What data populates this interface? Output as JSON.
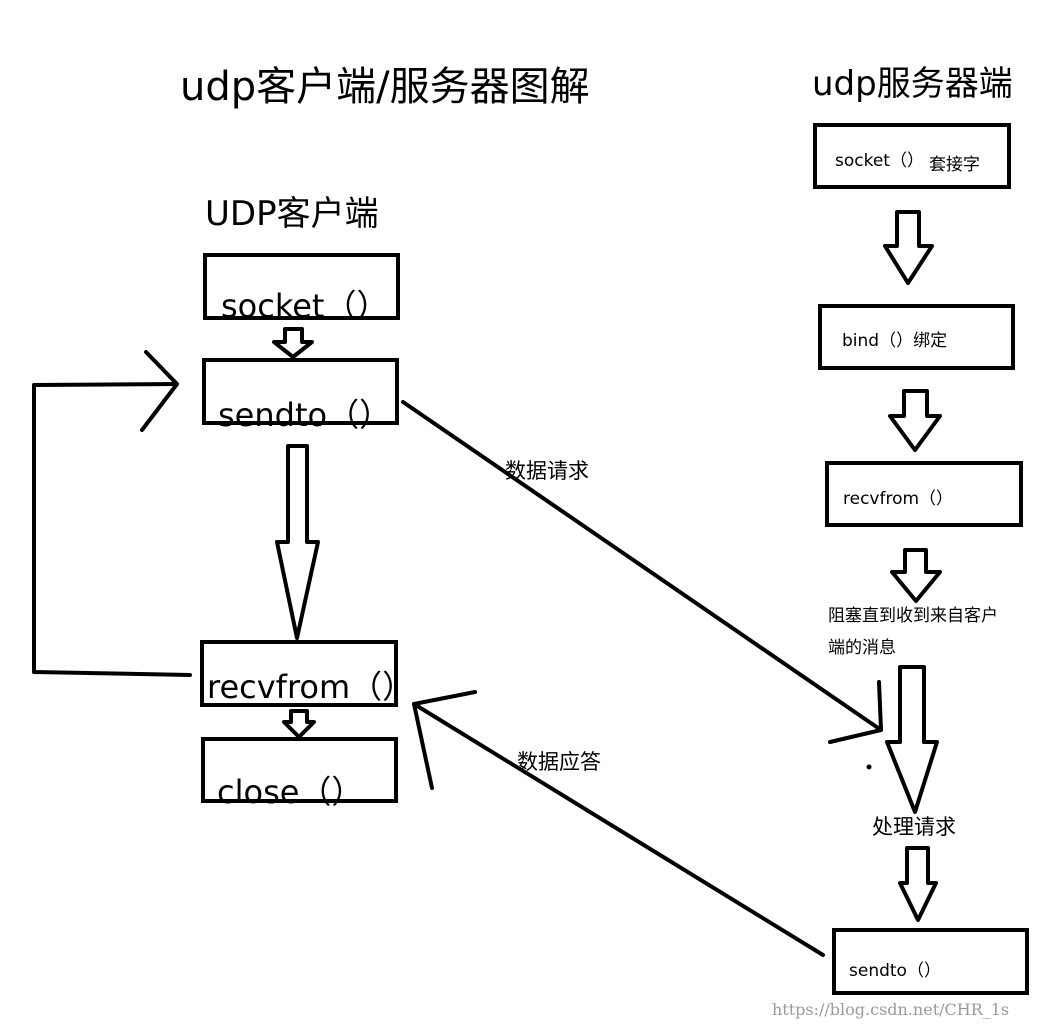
{
  "title": "udp客户端/服务器图解",
  "client": {
    "heading": "UDP客户端",
    "socket": "socket（）",
    "sendto": "sendto（）",
    "recvfrom": "recvfrom（）",
    "close": "close（）"
  },
  "server": {
    "heading": "udp服务器端",
    "socket": "socket（）",
    "socket_note": "套接字",
    "bind": "bind（）绑定",
    "recvfrom": "recvfrom（）",
    "block_line1": "阻塞直到收到来自客户",
    "block_line2": "端的消息",
    "process": "处理请求",
    "sendto": "sendto（）"
  },
  "messages": {
    "request": "数据请求",
    "response": "数据应答"
  },
  "watermark": "https://blog.csdn.net/CHR_1s"
}
